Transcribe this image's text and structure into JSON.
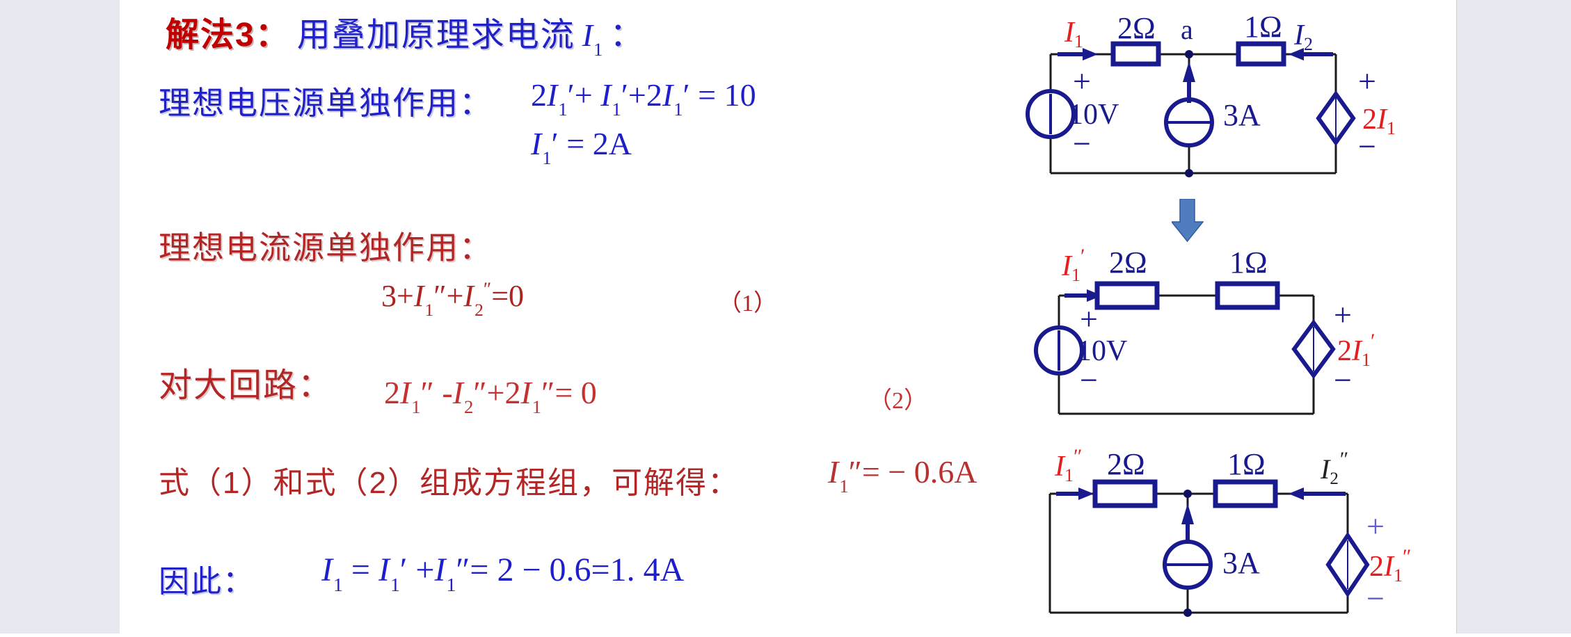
{
  "colors": {
    "heading_red": "#c00000",
    "text_blue": "#2121c8",
    "text_dark_red": "#b32626",
    "equation_bright_red": "#c53030",
    "circuit_navy": "#1a1a8f",
    "circuit_label_red": "#e41e1e",
    "transform_arrow_blue": "#4f7dbf",
    "margin_gray": "#e5e8ee"
  },
  "solution": {
    "heading": {
      "label": "解法3：",
      "text": "用叠加原理求电流",
      "math": "I_1",
      "colon": "："
    },
    "voltage_section": {
      "label": "理想电压源单独作用：",
      "eq1": "2I_1′+ I_1′+2I_1′ = 10",
      "eq2": "I_1′ = 2A"
    },
    "current_section": {
      "label": "理想电流源单独作用：",
      "eq": "3+I_1″+I_2^″=0",
      "tag": "（1）"
    },
    "loop_section": {
      "label": "对大回路：",
      "eq": "2I_1″ -I_2″+2I_1″= 0",
      "tag": "（2）"
    },
    "conclusion1": {
      "text": "式（1）和式（2）组成方程组，可解得：",
      "math": "I_1″= − 0.6A"
    },
    "conclusion2": {
      "label": "因此：",
      "math": "I_1 = I_1′ +I_1″= 2 − 0.6=1. 4A"
    }
  },
  "circuits": {
    "top": {
      "i1": {
        "base": "I",
        "sub": "1"
      },
      "r1": "2Ω",
      "node_a": "a",
      "r2": "1Ω",
      "i2": {
        "base": "I",
        "sub": "2"
      },
      "vs_plus": "+",
      "vs_label": "10V",
      "vs_minus": "−",
      "cs_label": "3A",
      "dep_plus": "+",
      "dep_label": {
        "coef": "2",
        "base": "I",
        "sub": "1"
      },
      "dep_minus": "−"
    },
    "mid": {
      "i1": {
        "base": "I",
        "sub": "1",
        "prime": "′"
      },
      "r1": "2Ω",
      "r2": "1Ω",
      "vs_plus": "+",
      "vs_label": "10V",
      "vs_minus": "−",
      "dep_plus": "+",
      "dep_label": {
        "coef": "2",
        "base": "I",
        "sub": "1",
        "prime": "′"
      },
      "dep_minus": "−"
    },
    "bot": {
      "i1": {
        "base": "I",
        "sub": "1",
        "prime": "″"
      },
      "r1": "2Ω",
      "r2": "1Ω",
      "i2": {
        "base": "I",
        "sub": "2",
        "prime": "″"
      },
      "cs_label": "3A",
      "dep_plus": "+",
      "dep_label": {
        "coef": "2",
        "base": "I",
        "sub": "1",
        "prime": "″"
      },
      "dep_minus": "−"
    }
  }
}
